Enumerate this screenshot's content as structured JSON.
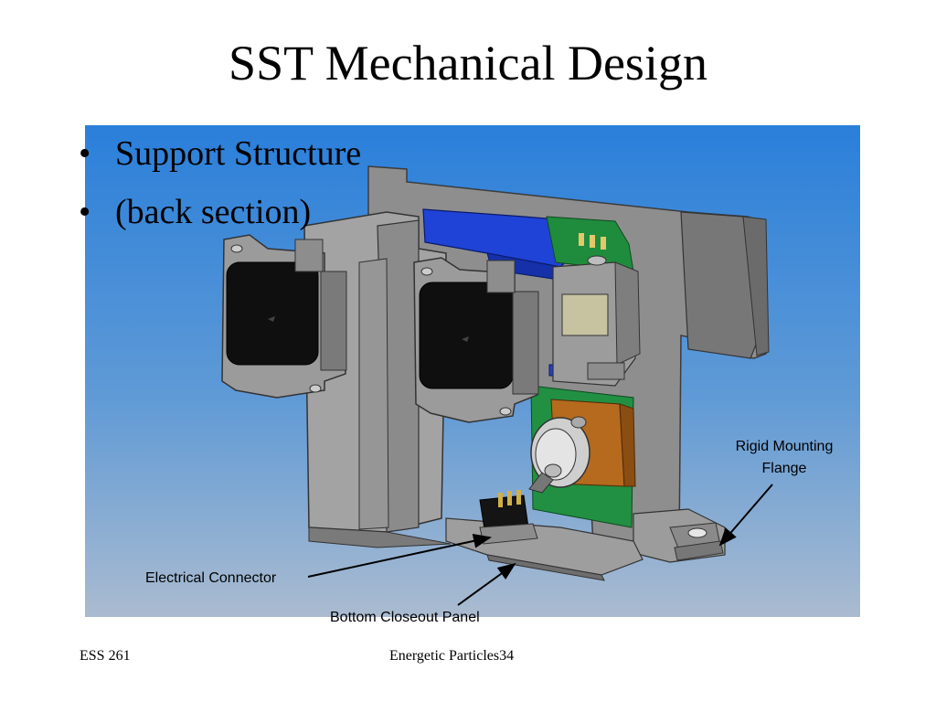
{
  "slide": {
    "title": "SST Mechanical Design",
    "bullets": [
      "Support Structure",
      "(back section)"
    ]
  },
  "callouts": {
    "flange": [
      "Rigid Mounting",
      "Flange"
    ],
    "connector": "Electrical Connector",
    "panel": "Bottom Closeout Panel"
  },
  "footer": {
    "course": "ESS 261",
    "topic_page": "Energetic Particles34"
  },
  "colors": {
    "background_top": "#2b7fd8",
    "background_bottom": "#a9bcd1",
    "structure_gray": "#9a9a9a",
    "connector_black": "#0c0c0c",
    "board_green": "#1f8a3a",
    "cable_blue": "#1d3fd0",
    "coil_brown": "#b4661c"
  }
}
